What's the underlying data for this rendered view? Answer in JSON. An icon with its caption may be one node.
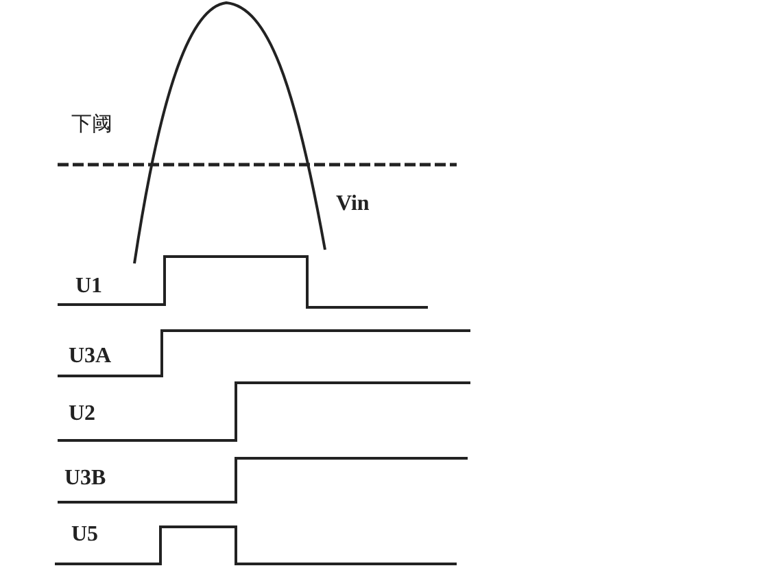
{
  "diagram": {
    "labels": [
      "下阈",
      "Vin",
      "U1",
      "U3A",
      "U2",
      "U3B",
      "U5"
    ]
  }
}
